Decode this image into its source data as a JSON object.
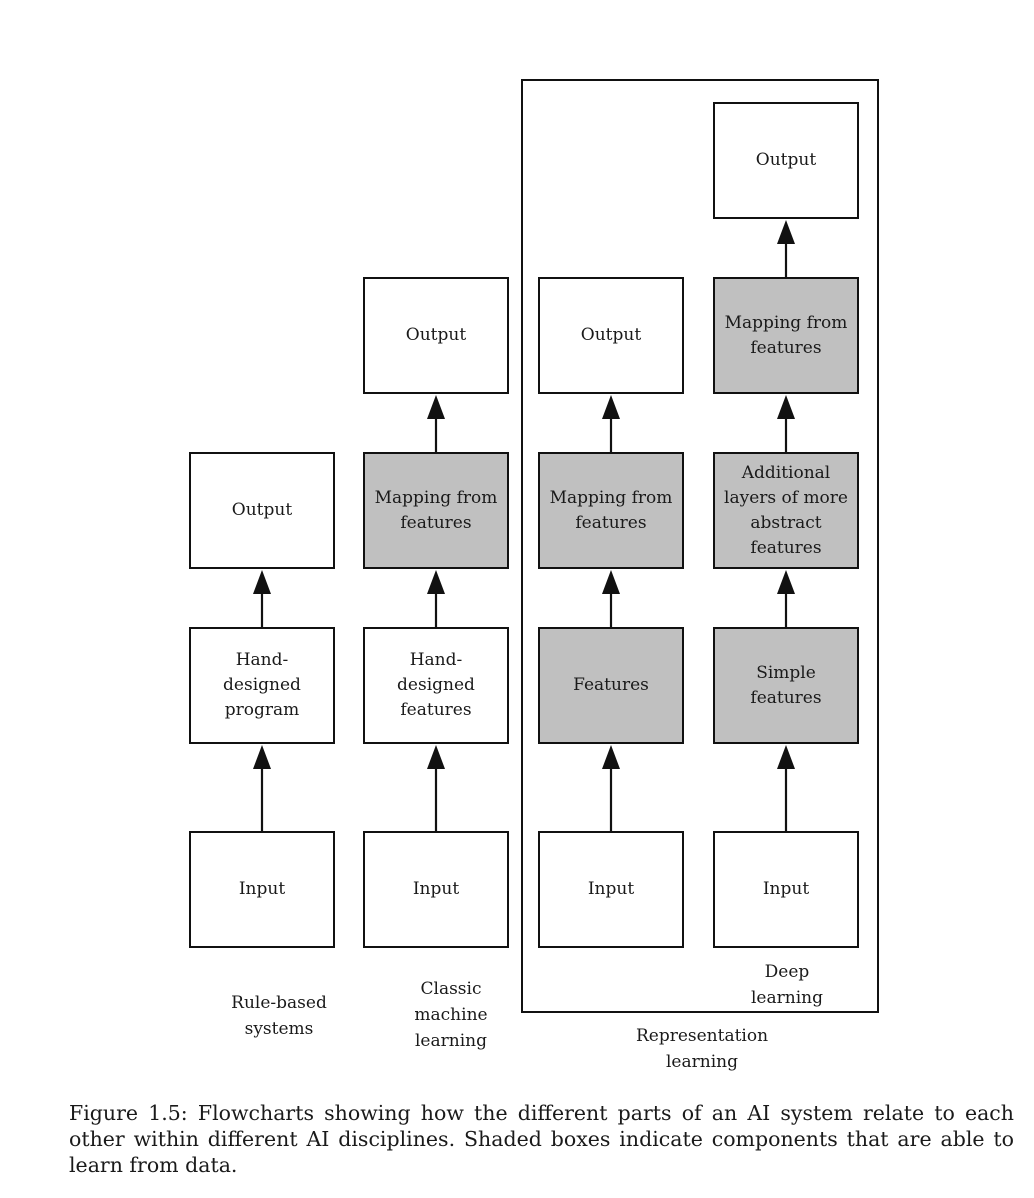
{
  "columns": [
    {
      "key": "rule-based",
      "label": "Rule-based\nsystems",
      "boxes": [
        {
          "text": "Input",
          "shaded": false
        },
        {
          "text": "Hand-\ndesigned\nprogram",
          "shaded": false
        },
        {
          "text": "Output",
          "shaded": false
        }
      ]
    },
    {
      "key": "classic-ml",
      "label": "Classic\nmachine\nlearning",
      "boxes": [
        {
          "text": "Input",
          "shaded": false
        },
        {
          "text": "Hand-\ndesigned\nfeatures",
          "shaded": false
        },
        {
          "text": "Mapping from\nfeatures",
          "shaded": true
        },
        {
          "text": "Output",
          "shaded": false
        }
      ]
    },
    {
      "key": "representation",
      "label": "",
      "boxes": [
        {
          "text": "Input",
          "shaded": false
        },
        {
          "text": "Features",
          "shaded": true
        },
        {
          "text": "Mapping from\nfeatures",
          "shaded": true
        },
        {
          "text": "Output",
          "shaded": false
        }
      ]
    },
    {
      "key": "deep",
      "label": "Deep\nlearning",
      "boxes": [
        {
          "text": "Input",
          "shaded": false
        },
        {
          "text": "Simple\nfeatures",
          "shaded": true
        },
        {
          "text": "Additional\nlayers of more\nabstract\nfeatures",
          "shaded": true
        },
        {
          "text": "Mapping from\nfeatures",
          "shaded": true
        },
        {
          "text": "Output",
          "shaded": false
        }
      ]
    }
  ],
  "group_label": "Representation\nlearning",
  "caption": "Figure 1.5: Flowcharts showing how the different parts of an AI system relate to each other within different AI disciplines. Shaded boxes indicate components that are able to learn from data.",
  "colors": {
    "shaded": "#c0c0c0",
    "line": "#111111",
    "background": "#ffffff"
  }
}
